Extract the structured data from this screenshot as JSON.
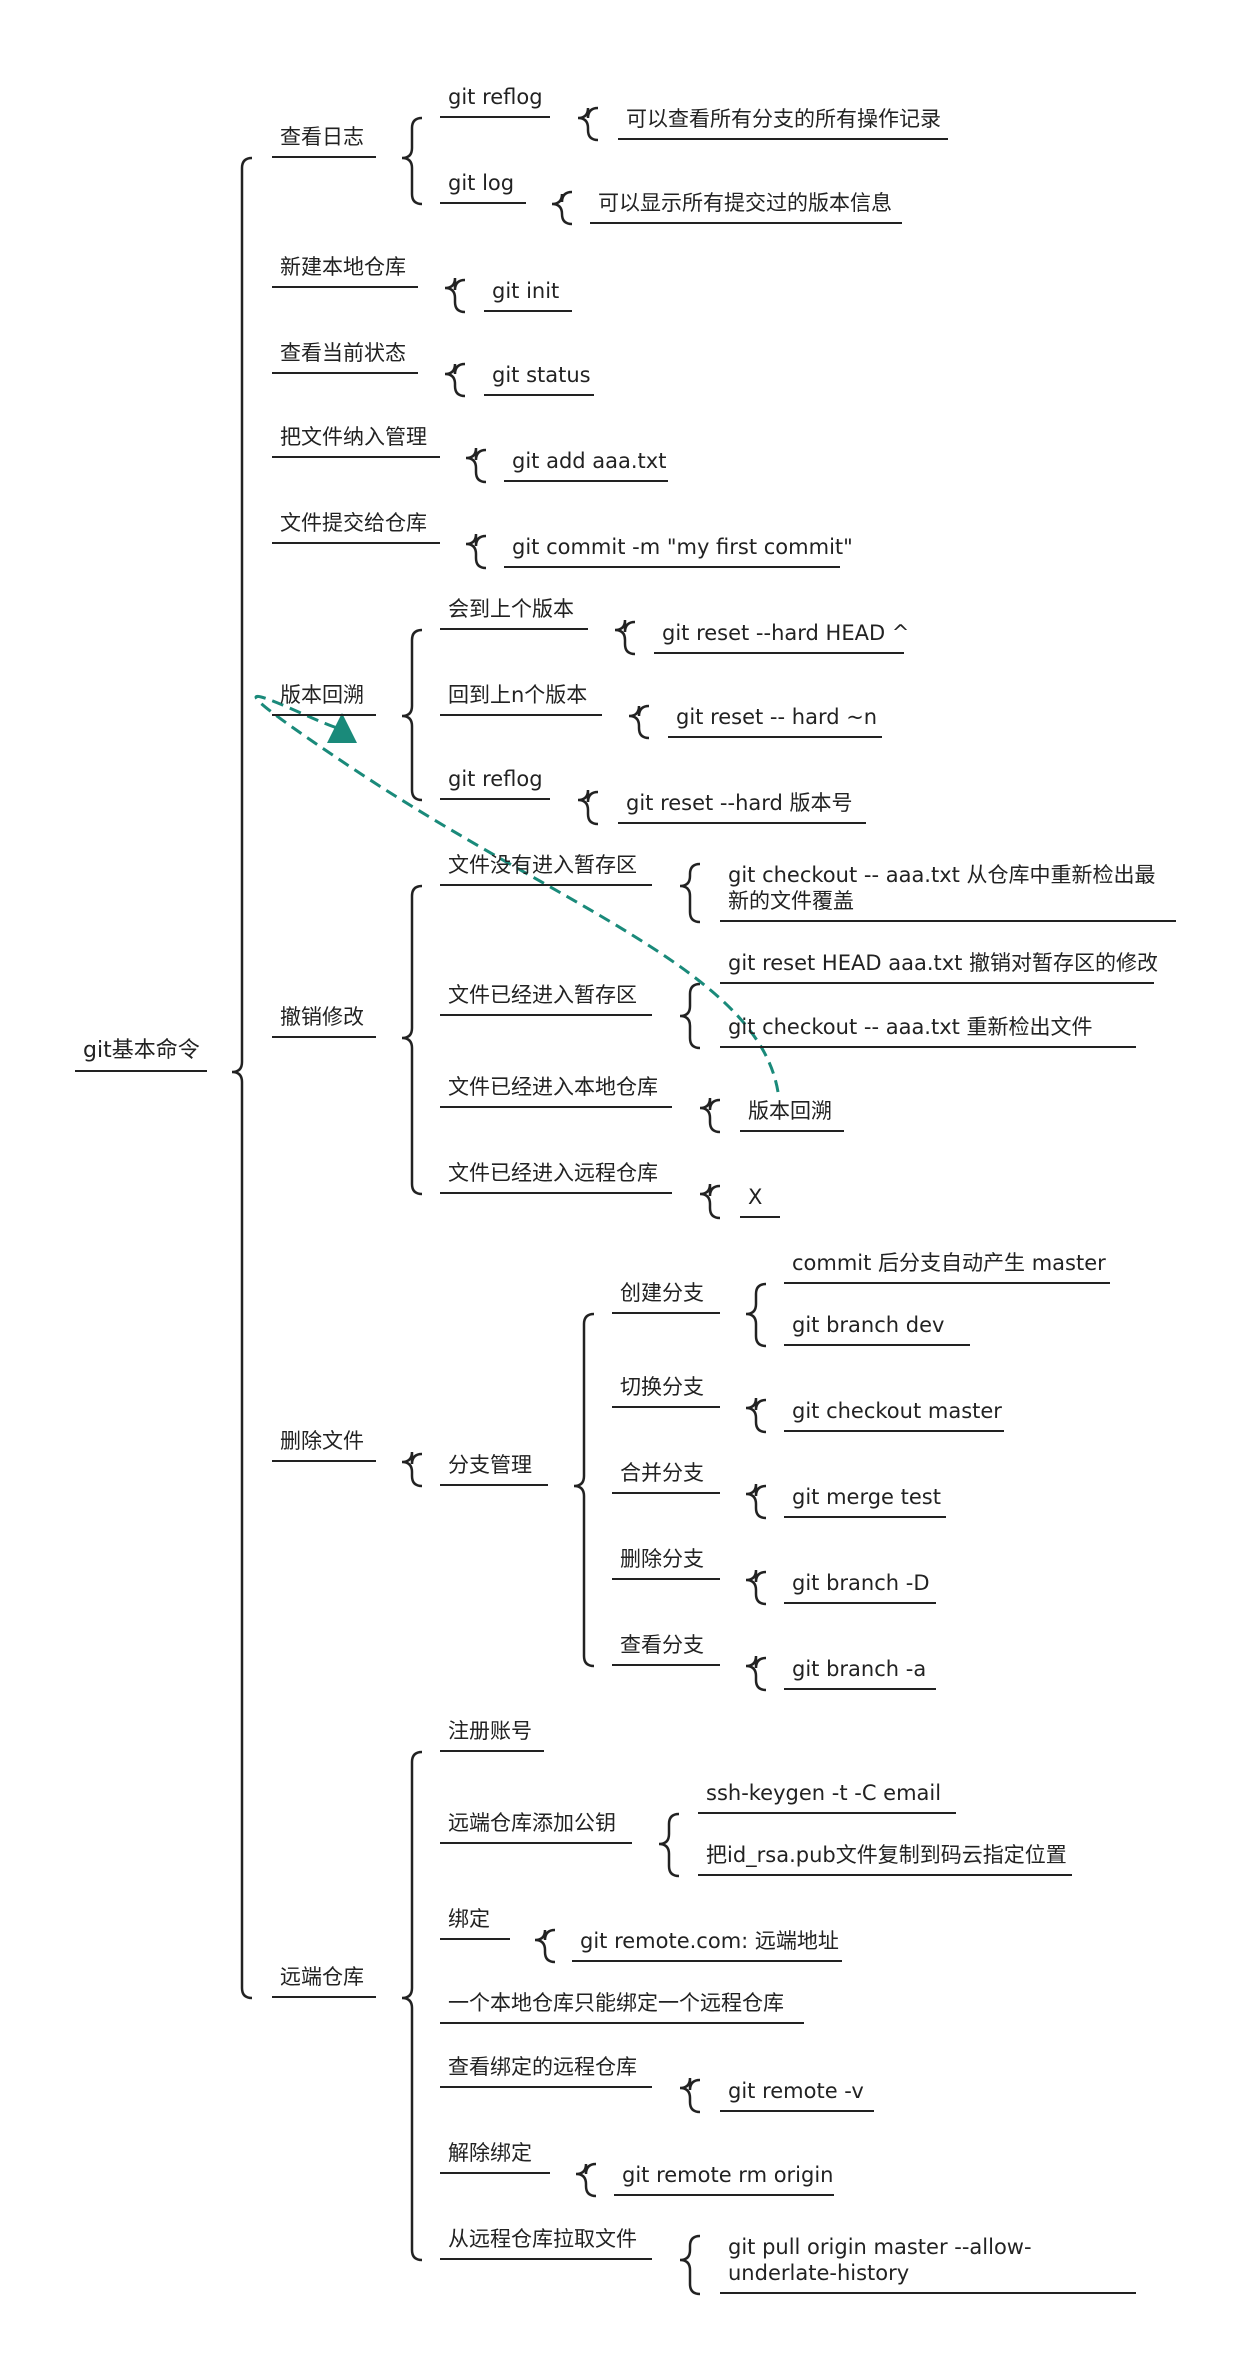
{
  "root": "git基本命令",
  "sections": [
    {
      "label": "查看日志",
      "children": [
        {
          "label": "git reflog",
          "children": [
            {
              "label": "可以查看所有分支的所有操作记录"
            }
          ]
        },
        {
          "label": "git log",
          "children": [
            {
              "label": "可以显示所有提交过的版本信息"
            }
          ]
        }
      ]
    },
    {
      "label": "新建本地仓库",
      "children": [
        {
          "label": "git  init"
        }
      ]
    },
    {
      "label": "查看当前状态",
      "children": [
        {
          "label": "git status"
        }
      ]
    },
    {
      "label": "把文件纳入管理",
      "children": [
        {
          "label": "git add aaa.txt"
        }
      ]
    },
    {
      "label": "文件提交给仓库",
      "children": [
        {
          "label": "git commit -m \"my first commit\""
        }
      ]
    },
    {
      "label": "版本回溯",
      "children": [
        {
          "label": "会到上个版本",
          "children": [
            {
              "label": "git reset --hard HEAD ^"
            }
          ]
        },
        {
          "label": "回到上n个版本",
          "children": [
            {
              "label": "git reset -- hard  ~n"
            }
          ]
        },
        {
          "label": "git reflog",
          "children": [
            {
              "label": "git reset --hard  版本号"
            }
          ]
        }
      ]
    },
    {
      "label": "撤销修改",
      "children": [
        {
          "label": "文件没有进入暂存区",
          "children": [
            {
              "label": "git checkout --  aaa.txt   从仓库中重新检出最新的文件覆盖"
            }
          ]
        },
        {
          "label": "文件已经进入暂存区",
          "children": [
            {
              "label": "git reset HEAD aaa.txt  撤销对暂存区的修改"
            },
            {
              "label": "git  checkout  -- aaa.txt   重新检出文件"
            }
          ]
        },
        {
          "label": "文件已经进入本地仓库",
          "children": [
            {
              "label": "版本回溯"
            }
          ]
        },
        {
          "label": "文件已经进入远程仓库",
          "children": [
            {
              "label": "X"
            }
          ]
        }
      ]
    },
    {
      "label": "删除文件",
      "children": [
        {
          "label": "分支管理",
          "children": [
            {
              "label": "创建分支",
              "children": [
                {
                  "label": "commit  后分支自动产生 master"
                },
                {
                  "label": "git branch    dev"
                }
              ]
            },
            {
              "label": "切换分支",
              "children": [
                {
                  "label": "git checkout master"
                }
              ]
            },
            {
              "label": "合并分支",
              "children": [
                {
                  "label": "git merge test"
                }
              ]
            },
            {
              "label": "删除分支",
              "children": [
                {
                  "label": "git branch -D"
                }
              ]
            },
            {
              "label": "查看分支",
              "children": [
                {
                  "label": "git branch -a"
                }
              ]
            }
          ]
        }
      ]
    },
    {
      "label": "远端仓库",
      "children": [
        {
          "label": "注册账号"
        },
        {
          "label": "远端仓库添加公钥",
          "children": [
            {
              "label": "ssh-keygen -t -C  email"
            },
            {
              "label": "把id_rsa.pub文件复制到码云指定位置"
            }
          ]
        },
        {
          "label": "绑定",
          "children": [
            {
              "label": "git remote.com: 远端地址"
            }
          ]
        },
        {
          "label": "一个本地仓库只能绑定一个远程仓库"
        },
        {
          "label": "查看绑定的远程仓库",
          "children": [
            {
              "label": "git remote -v"
            }
          ]
        },
        {
          "label": "解除绑定",
          "children": [
            {
              "label": "git remote rm origin"
            }
          ]
        },
        {
          "label": "从远程仓库拉取文件",
          "children": [
            {
              "label": "git pull origin master --allow-underlate-history"
            }
          ]
        }
      ]
    }
  ],
  "colors": {
    "line": "#222222",
    "arrow": "#1a8a7a"
  }
}
